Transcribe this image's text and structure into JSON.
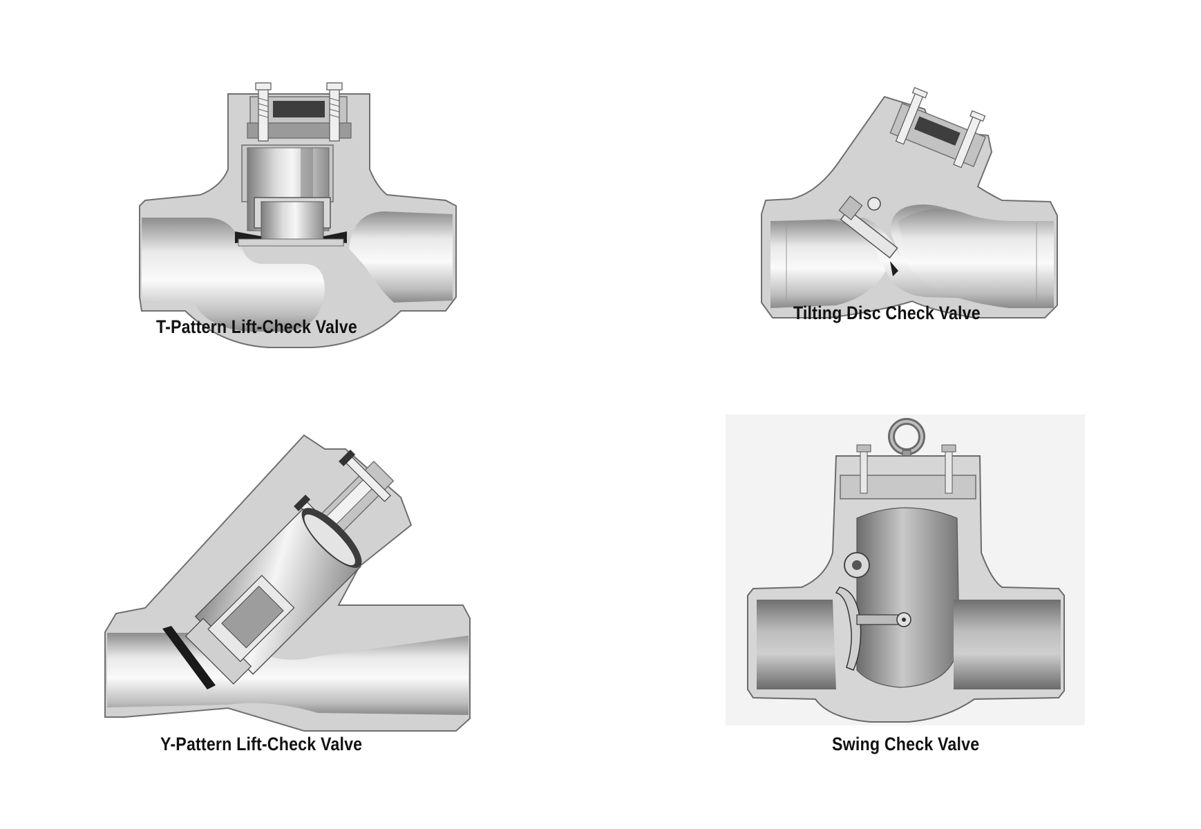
{
  "figures": [
    {
      "caption": "T-Pattern Lift-Check Valve",
      "icon": "t-pattern-lift-check-valve"
    },
    {
      "caption": "Tilting Disc Check Valve",
      "icon": "tilting-disc-check-valve"
    },
    {
      "caption": "Y-Pattern Lift-Check Valve",
      "icon": "y-pattern-lift-check-valve"
    },
    {
      "caption": "Swing Check Valve",
      "icon": "swing-check-valve"
    }
  ],
  "colors": {
    "body_fill": "#d2d2d2",
    "body_stroke": "#6f6f6f",
    "metal_dark": "#8a8a8a",
    "metal_light": "#f4f4f4",
    "caption_text": "#111111"
  }
}
